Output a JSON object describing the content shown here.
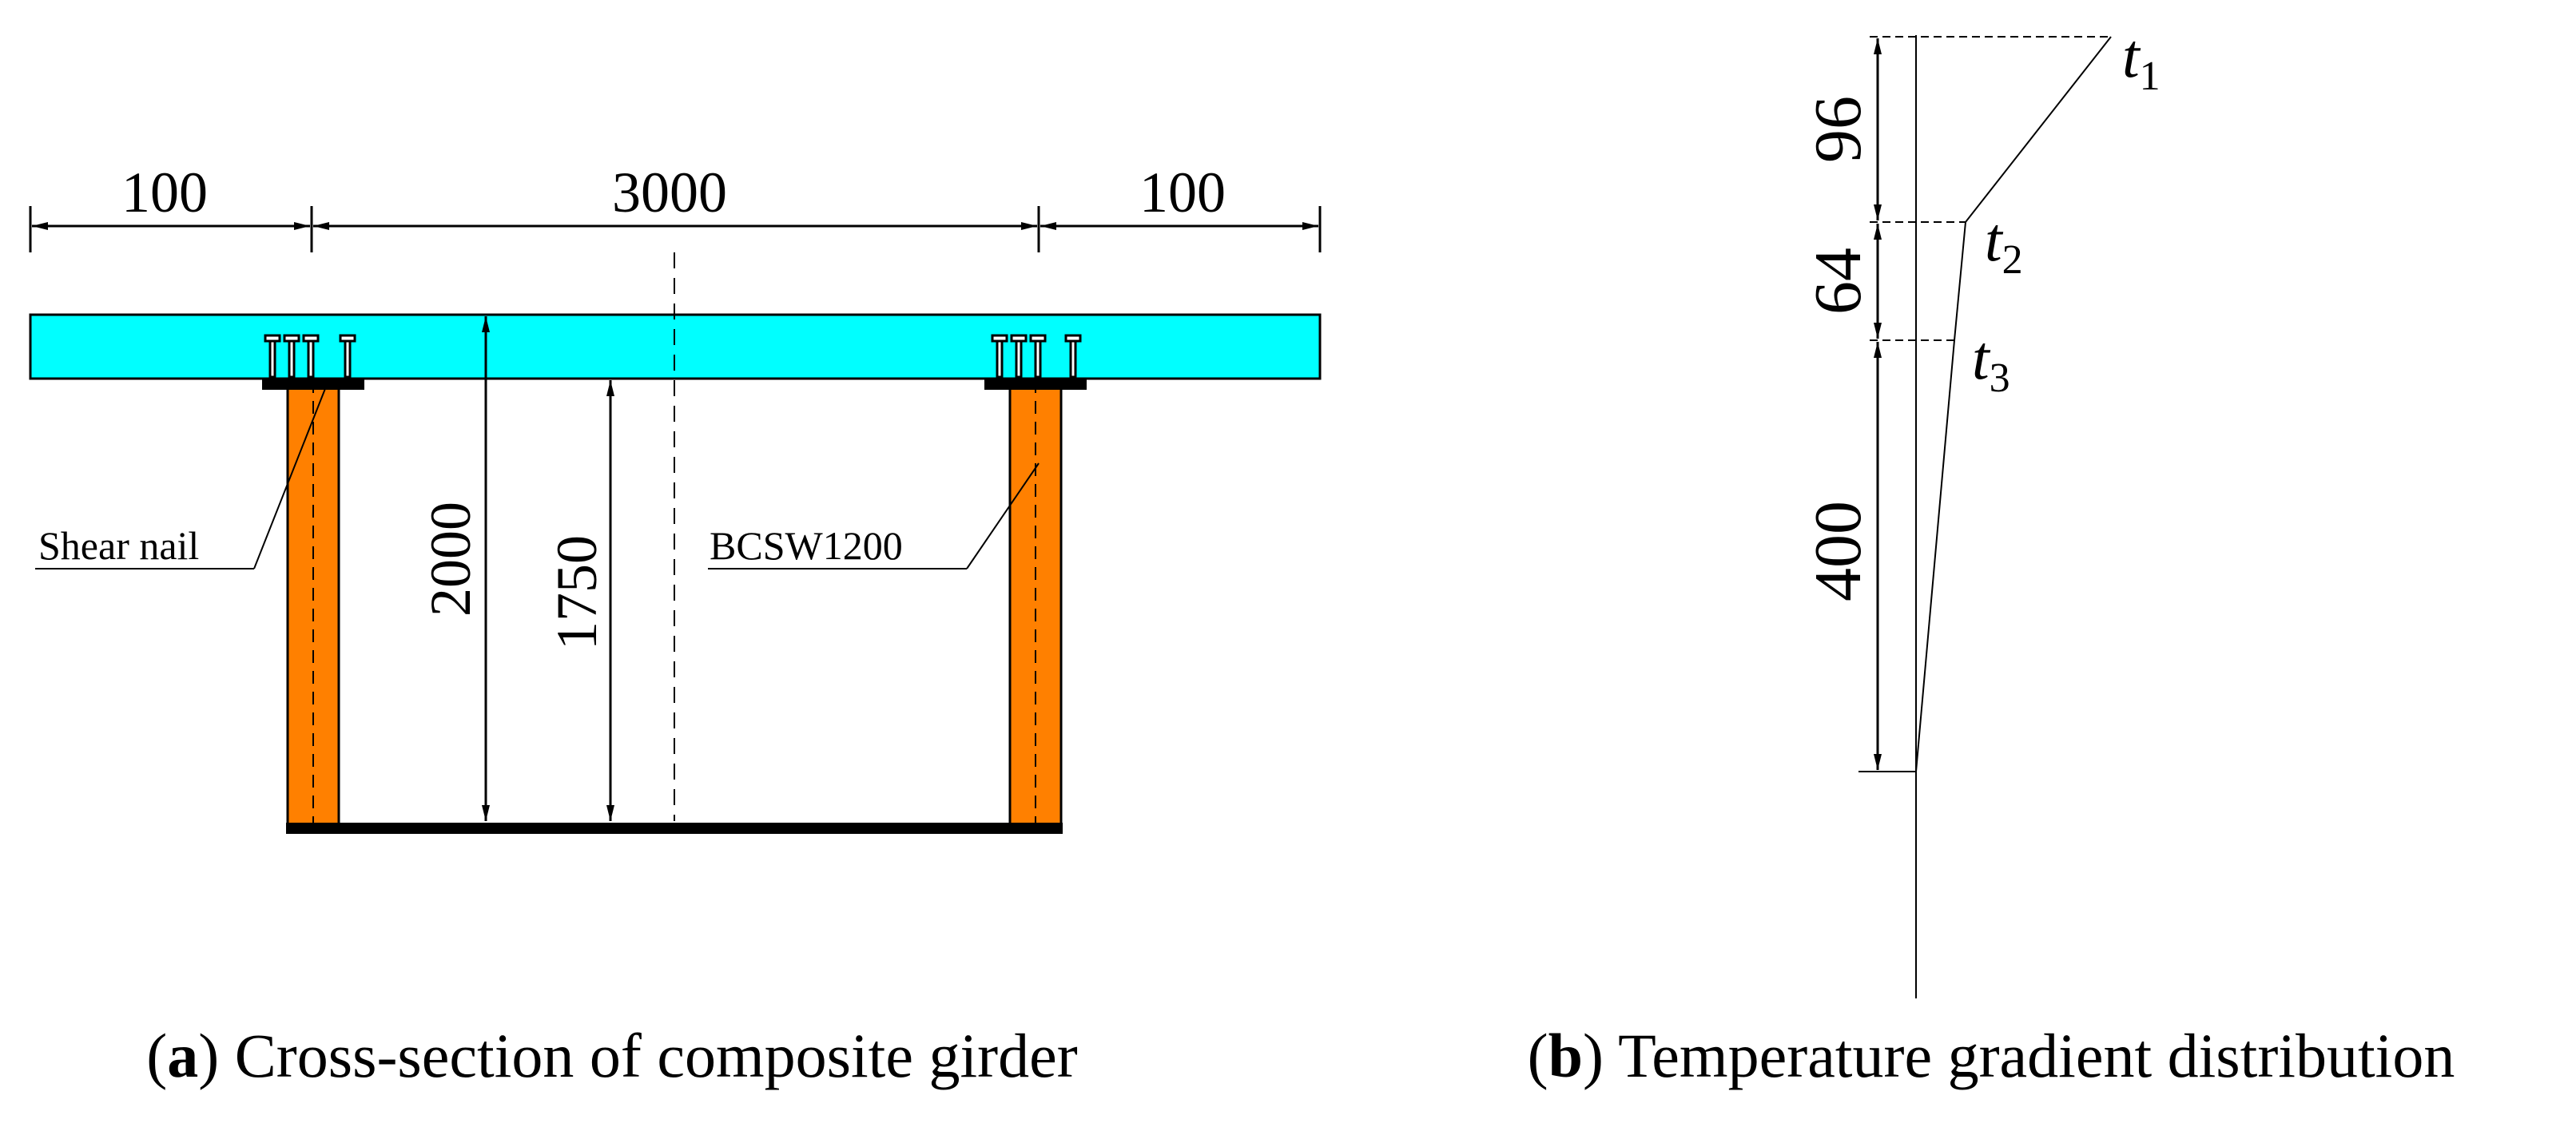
{
  "panel_a": {
    "dims": {
      "left_overhang": "100",
      "span": "3000",
      "right_overhang": "100",
      "total_height": "2000",
      "web_height": "1750"
    },
    "labels": {
      "shear_nail": "Shear nail",
      "web": "BCSW1200"
    },
    "caption": {
      "open": "(",
      "letter": "a",
      "close": ")",
      "text": " Cross-section of composite girder"
    }
  },
  "panel_b": {
    "dims": {
      "top_layer": "96",
      "mid_layer": "64",
      "bottom_layer": "400"
    },
    "temps": [
      {
        "symbol": "t",
        "sub": "1"
      },
      {
        "symbol": "t",
        "sub": "2"
      },
      {
        "symbol": "t",
        "sub": "3"
      }
    ],
    "caption": {
      "open": "(",
      "letter": "b",
      "close": ")",
      "text": " Temperature gradient distribution"
    }
  },
  "colors": {
    "slab": "#00FFFF",
    "web": "#FF8000",
    "steel": "#000000",
    "line": "#000000"
  }
}
